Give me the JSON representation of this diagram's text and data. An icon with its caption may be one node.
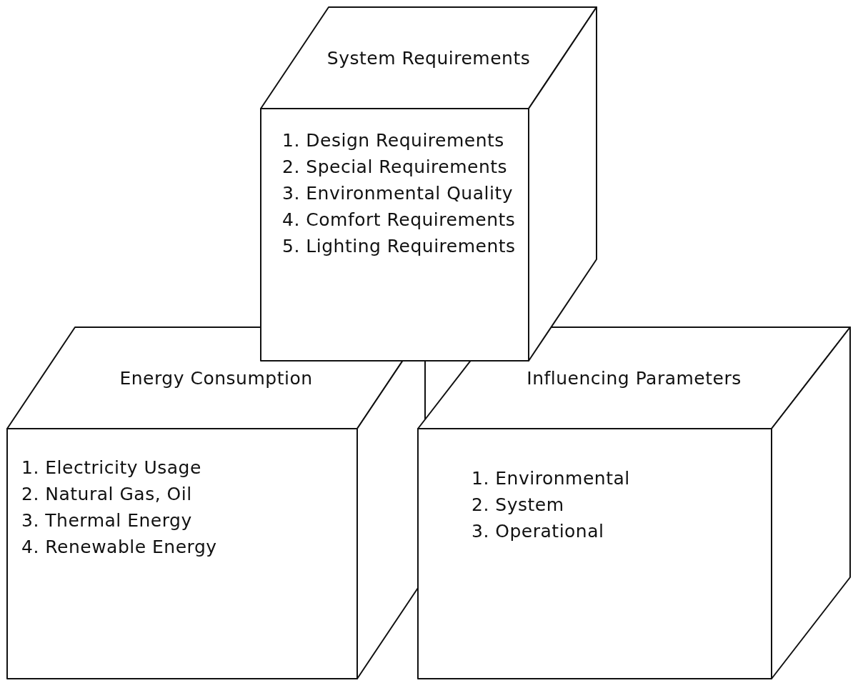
{
  "diagram": {
    "nodes": [
      {
        "text": [
          "System Requirements",
          "1. Design Requirements",
          "2. Special Requirements",
          "3. Environmental Quality",
          "4. Comfort Requirements",
          "5. Lighting Requirements"
        ]
      },
      {
        "text": [
          "Energy Consumption",
          "1. Electricity Usage",
          "2. Natural Gas, Oil",
          "3. Thermal Energy",
          "4. Renewable Energy"
        ]
      },
      {
        "text": [
          "Influencing Parameters",
          "1. Environmental",
          "2. System",
          "3. Operational"
        ]
      }
    ],
    "edges": []
  }
}
